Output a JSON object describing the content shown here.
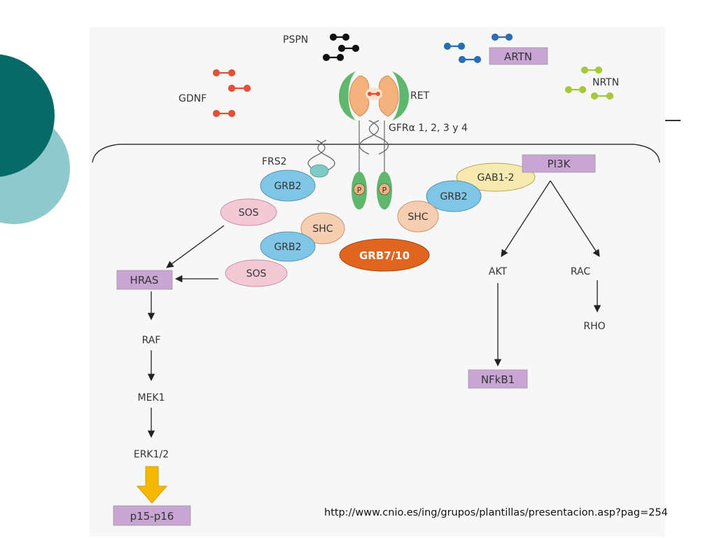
{
  "diagram": {
    "ligands": {
      "pspn": "PSPN",
      "artn": "ARTN",
      "gdnf": "GDNF",
      "nrtn": "NRTN"
    },
    "receptor": {
      "ret": "RET",
      "gfra": "GFRα 1, 2, 3 y 4",
      "p_left": "P",
      "p_right": "P"
    },
    "adaptors": {
      "frs2": "FRS2",
      "grb2_top": "GRB2",
      "sos_top": "SOS",
      "shc_left": "SHC",
      "grb2_mid": "GRB2",
      "sos_bottom": "SOS",
      "grb7_10": "GRB7/10",
      "gab1_2": "GAB1-2",
      "grb2_right": "GRB2",
      "shc_right": "SHC"
    },
    "pathway": {
      "hras": "HRAS",
      "raf": "RAF",
      "mek1": "MEK1",
      "erk": "ERK1/2",
      "p15": "p15-p16",
      "pi3k": "PI3K",
      "akt": "AKT",
      "rac": "RAC",
      "rho": "RHO",
      "nfkb1": "NFkB1"
    },
    "colors": {
      "gdnf": "#e2503a",
      "pspn": "#111111",
      "artn": "#2a6db0",
      "nrtn": "#a6c83a",
      "highlight_box": "#c9a5d3",
      "grb2": "#7fc6e6",
      "sos": "#f3c9d6",
      "shc": "#f6ceb2",
      "gab": "#f6eab0",
      "grb7": "#e0661f",
      "receptor_green": "#5fb66d",
      "receptor_orange": "#f3b17d",
      "slide_teal_dark": "#066b68",
      "slide_teal_light": "#8ec9cb",
      "erk_arrow": "#f5b800"
    }
  },
  "footer": {
    "source_url": "http://www.cnio.es/ing/grupos/plantillas/presentacion.asp?pag=254"
  }
}
